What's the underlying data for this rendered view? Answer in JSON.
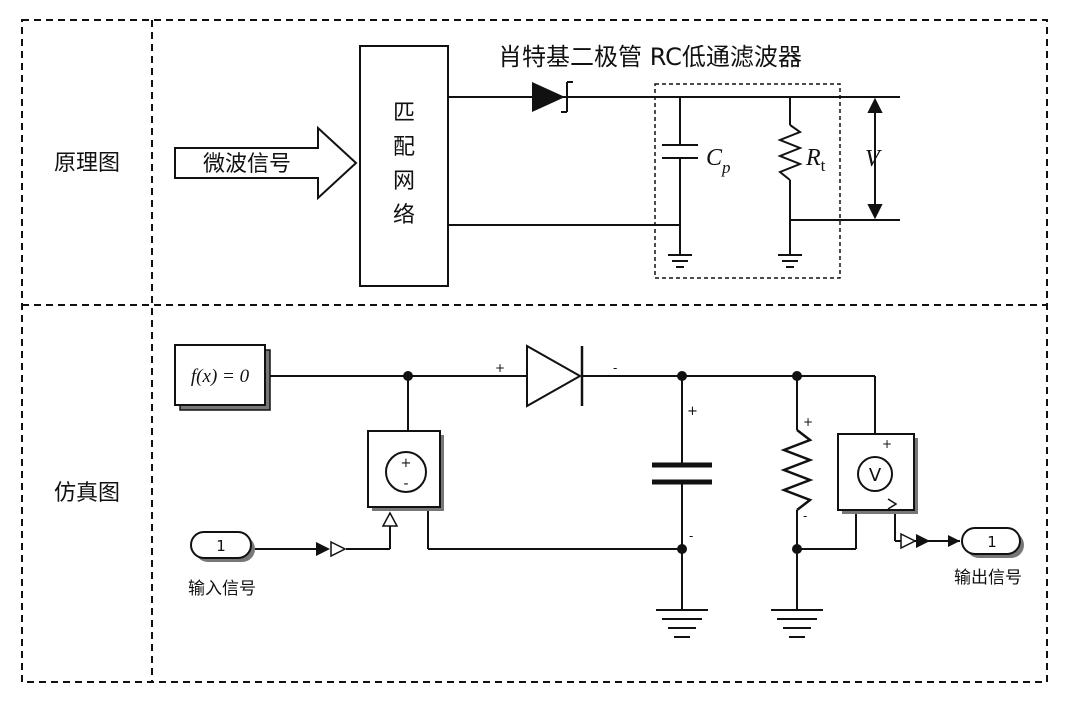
{
  "left_labels": {
    "schematic": "原理图",
    "simulation": "仿真图"
  },
  "schematic": {
    "microwave_signal": "微波信号",
    "matching_network": "匹配网络",
    "header": "肖特基二极管 RC低通滤波器",
    "cp_main": "C",
    "cp_sub": "p",
    "rt_main": "R",
    "rt_sub": "t",
    "v_label": "V"
  },
  "simulation": {
    "func_block": "f(x) = 0",
    "input_port": "1",
    "input_label": "输入信号",
    "output_port": "1",
    "output_label": "输出信号",
    "plus": "+",
    "minus": "-",
    "voltmeter": "V"
  }
}
